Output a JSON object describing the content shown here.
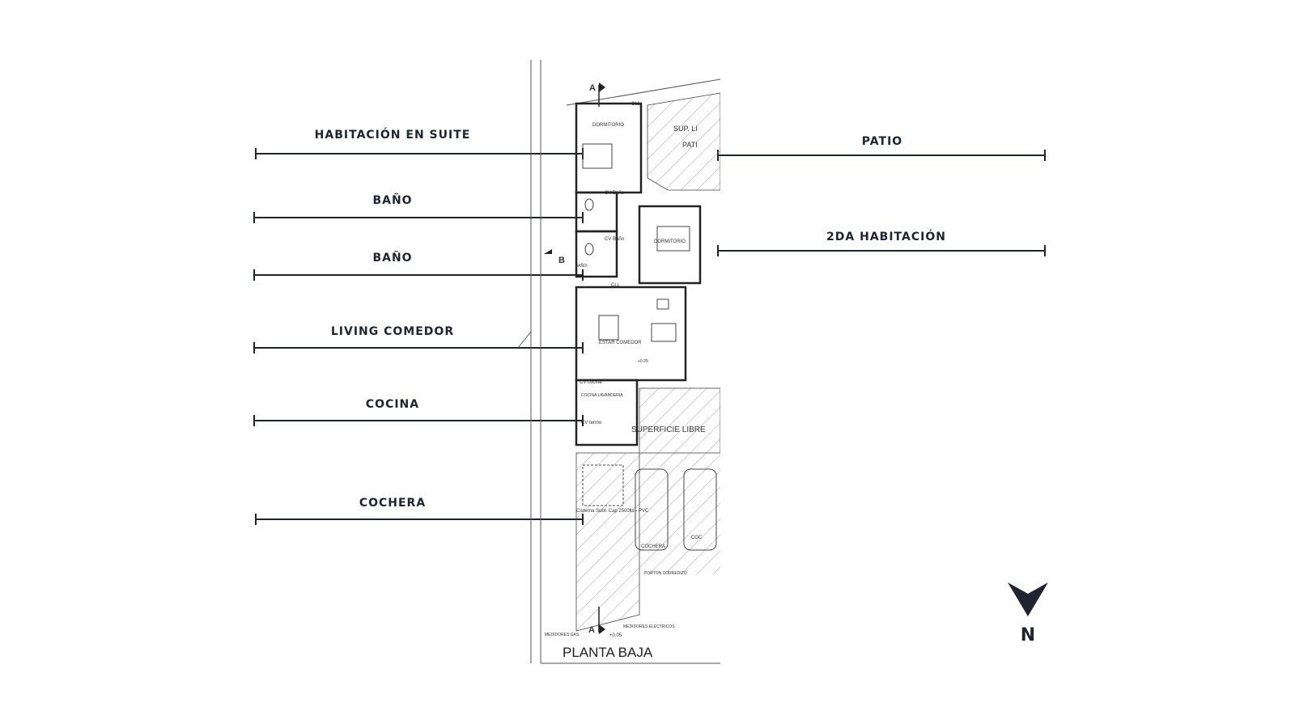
{
  "left_labels": [
    {
      "id": "suite",
      "text": "HABITACIÓN EN SUITE"
    },
    {
      "id": "bano1",
      "text": "BAÑO"
    },
    {
      "id": "bano2",
      "text": "BAÑO"
    },
    {
      "id": "living",
      "text": "LIVING COMEDOR"
    },
    {
      "id": "cocina",
      "text": "COCINA"
    },
    {
      "id": "cochera",
      "text": "COCHERA"
    }
  ],
  "right_labels": [
    {
      "id": "patio",
      "text": "PATIO"
    },
    {
      "id": "hab2",
      "text": "2DA HABITACIÓN"
    }
  ],
  "plan": {
    "title": "PLANTA BAJA",
    "section_a": "A",
    "section_b": "B",
    "rooms": {
      "dormitorio1": "DORMITORIO",
      "dormitorio2": "DORMITORIO",
      "bano_small": "BAÑO",
      "cv_bano1": "CV Baño",
      "cv_bano2": "CV Baño",
      "cll1": "CLL",
      "cll2": "CLL",
      "estar": "ESTAR COMEDOR",
      "cv_cocina": "CV cocina",
      "cocina": "COCINA LAVANDERIA",
      "cv_termo": "CV termo",
      "superficie": "SUPERFICIE LIBRE",
      "sup_libre_top": "SUP. LI",
      "patio_top": "PATI",
      "cisterna": "Cisterna Subt. Cap 2500lts - PVC",
      "cochera": "COCHERA",
      "cochera2": "COC",
      "porton": "PORTON CORREDIZO",
      "medidores_gas": "MEDIDORES GAS",
      "medidores_elec": "MEDIDORES ELECTRICOS",
      "nivel": "+0.05",
      "nivel2": "+0.25"
    }
  },
  "compass": {
    "letter": "N"
  },
  "colors": {
    "ink": "#1f2430",
    "plan_line": "#3a3a3a"
  }
}
